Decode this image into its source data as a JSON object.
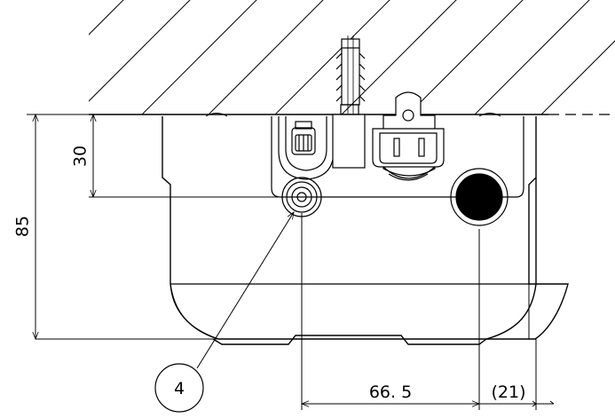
{
  "dimensions": {
    "height_total": "85",
    "height_port": "30",
    "spacing_ports": "66. 5",
    "side_offset": "(21)"
  },
  "callout": {
    "label": "4"
  }
}
